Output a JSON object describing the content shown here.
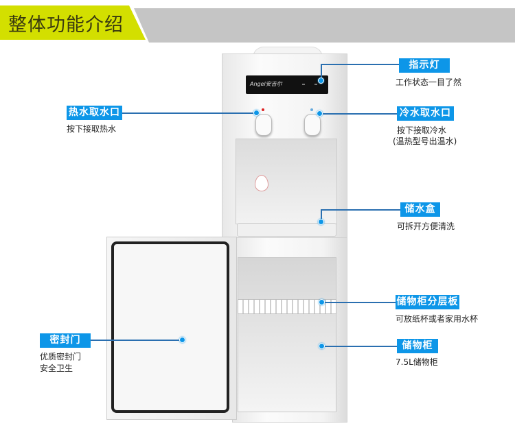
{
  "header": {
    "title": "整体功能介绍"
  },
  "product": {
    "brand": "Angel安吉尔"
  },
  "callouts": [
    {
      "label": "指示灯",
      "desc": [
        "工作状态一目了然"
      ]
    },
    {
      "label": "热水取水口",
      "desc": [
        "按下接取热水"
      ]
    },
    {
      "label": "冷水取水口",
      "desc": [
        "按下接取冷水",
        "(温热型号出温水)"
      ]
    },
    {
      "label": "储水盒",
      "desc": [
        "可拆开方便清洗"
      ]
    },
    {
      "label": "储物柜分层板",
      "desc": [
        "可放纸杯或者家用水杯"
      ]
    },
    {
      "label": "储物柜",
      "desc": [
        "7.5L储物柜"
      ]
    },
    {
      "label": "密封门",
      "desc": [
        "优质密封门",
        "安全卫生"
      ]
    }
  ],
  "colors": {
    "accent": "#0d96e8",
    "header_green": "#d3df00",
    "header_gray": "#c5c5c5"
  }
}
